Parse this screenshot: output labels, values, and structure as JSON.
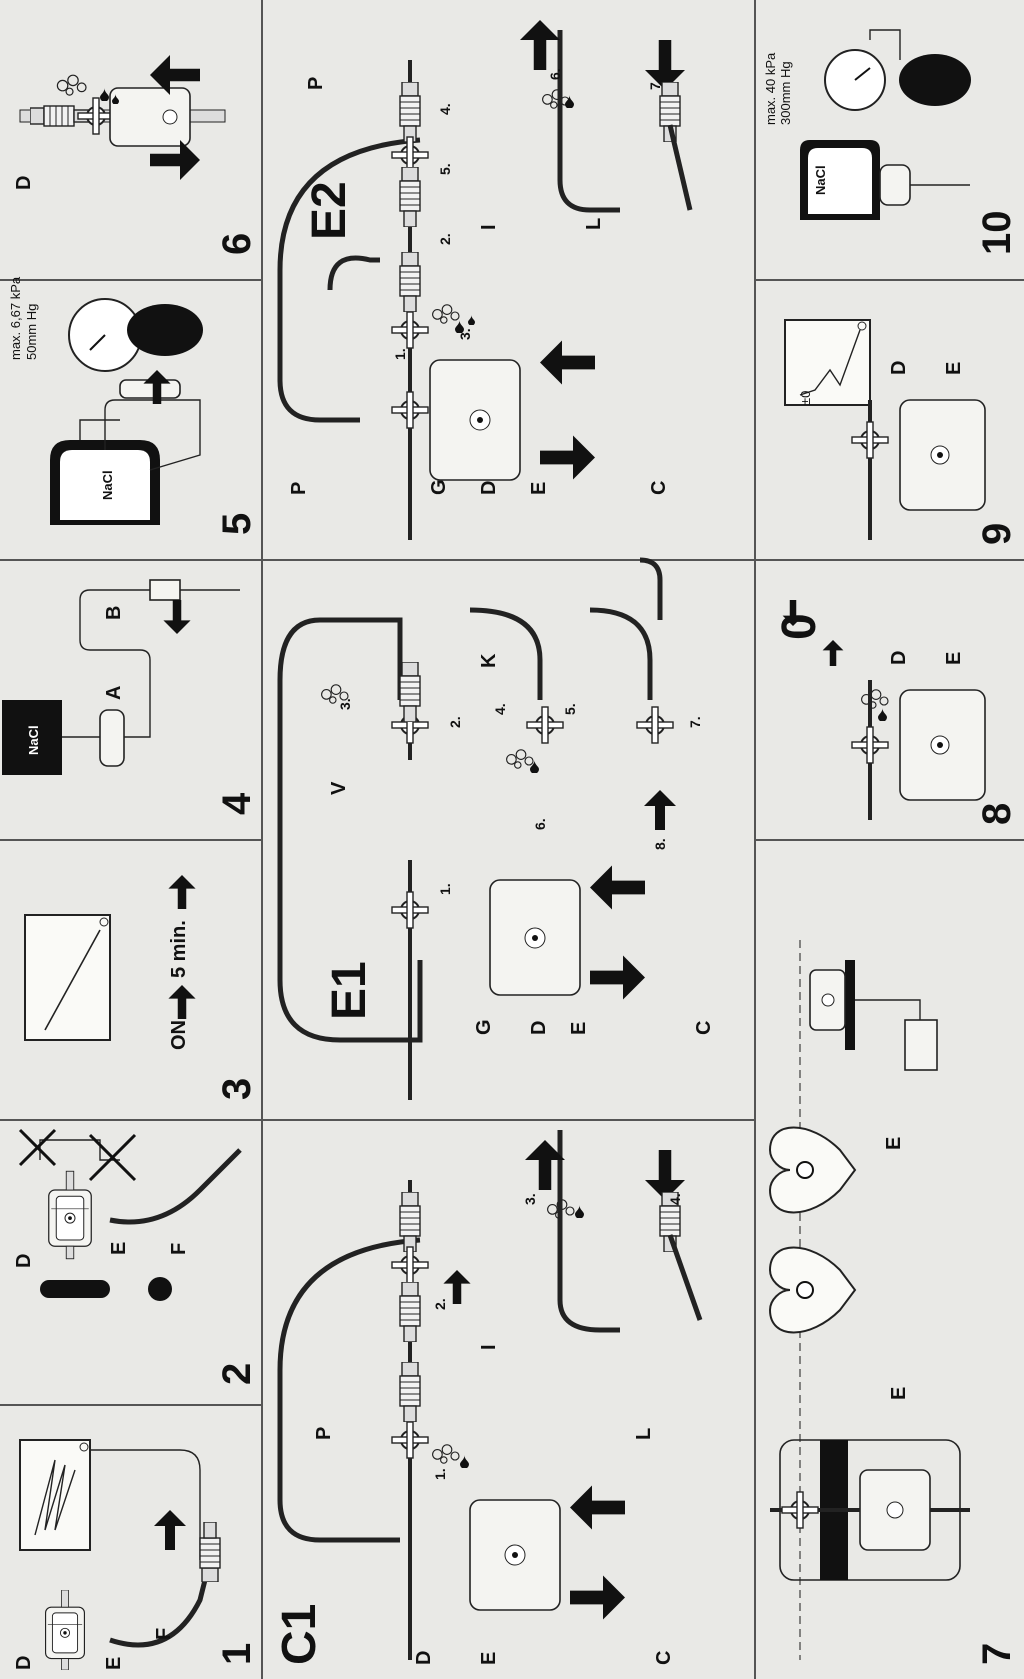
{
  "panels": {
    "p1": {
      "number": "1",
      "labels": {
        "d": "D",
        "e": "E",
        "f": "F"
      }
    },
    "p2": {
      "number": "2",
      "labels": {
        "d": "D",
        "e": "E",
        "f": "F"
      }
    },
    "p3": {
      "number": "3",
      "on_text": "ON",
      "time_text": "5 min."
    },
    "p4": {
      "number": "4",
      "labels": {
        "a": "A",
        "b": "B"
      },
      "bag": "NaCl"
    },
    "p5": {
      "number": "5",
      "bag": "NaCl",
      "pressure_kpa": "max. 6,67 kPa",
      "pressure_hg": "50mm Hg"
    },
    "p6": {
      "number": "6",
      "labels": {
        "d": "D"
      }
    },
    "p7": {
      "number": "7",
      "labels": {
        "e1": "E",
        "e2": "E"
      }
    },
    "p8": {
      "number": "8",
      "zero": "0",
      "labels": {
        "d": "D",
        "e": "E"
      }
    },
    "p9": {
      "number": "9",
      "monitor_label": "±0",
      "labels": {
        "d": "D",
        "e": "E"
      }
    },
    "p10": {
      "number": "10",
      "bag": "NaCl",
      "pressure_kpa": "max. 40 kPa",
      "pressure_hg": "300mm Hg"
    },
    "c1": {
      "title": "C1",
      "labels": {
        "d": "D",
        "e": "E",
        "c": "C",
        "p": "P",
        "i": "I",
        "l": "L"
      },
      "steps": [
        "1.",
        "2.",
        "3.",
        "4."
      ]
    },
    "e1": {
      "title": "E1",
      "labels": {
        "g": "G",
        "d": "D",
        "e": "E",
        "c": "C",
        "v": "V",
        "k": "K"
      },
      "steps": [
        "1.",
        "2.",
        "3.",
        "4.",
        "5.",
        "6.",
        "7.",
        "8."
      ]
    },
    "e2": {
      "title": "E2",
      "labels": {
        "p1": "P",
        "g": "G",
        "d": "D",
        "e": "E",
        "c": "C",
        "i": "I",
        "l": "L",
        "p2": "P"
      },
      "steps": [
        "1.",
        "2.",
        "3.",
        "4.",
        "5.",
        "6.",
        "7."
      ]
    }
  },
  "icons": [
    "exclamation-icon",
    "heart-icon",
    "pressure-gauge-icon",
    "monitor-icon",
    "saline-bag-icon",
    "arrow-icon"
  ]
}
